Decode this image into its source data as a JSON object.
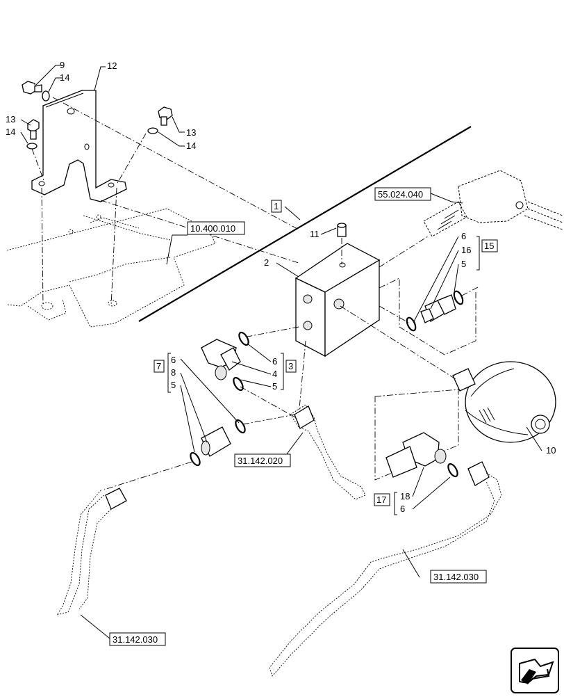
{
  "callouts": {
    "n9": "9",
    "n14a": "14",
    "n12": "12",
    "n13a": "13",
    "n14b": "14",
    "n13b": "13",
    "n14c": "14",
    "n1": "1",
    "n11": "11",
    "n2": "2",
    "n6a": "6",
    "n16": "16",
    "n5a": "5",
    "n15": "15",
    "n6b": "6",
    "n4": "4",
    "n5b": "5",
    "n3": "3",
    "n7": "7",
    "n6c": "6",
    "n8": "8",
    "n5c": "5",
    "n10": "10",
    "n17": "17",
    "n18": "18",
    "n6d": "6"
  },
  "references": {
    "r55024040": "55.024.040",
    "r10400010": "10.400.010",
    "r31142020": "31.142.020",
    "r31142030a": "31.142.030",
    "r31142030b": "31.142.030"
  }
}
